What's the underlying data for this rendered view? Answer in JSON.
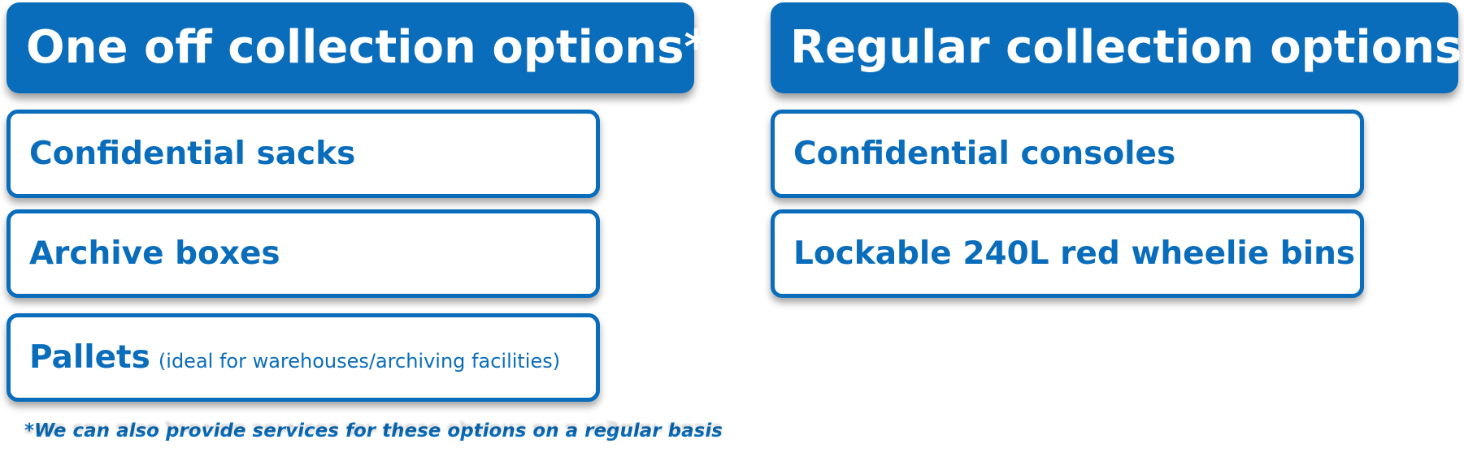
{
  "colors": {
    "brand_blue": "#0a6dbb",
    "background": "#ffffff",
    "header_text": "#ffffff"
  },
  "one_off": {
    "title": "One off collection options*",
    "options": [
      {
        "label": "Confidential sacks",
        "note": ""
      },
      {
        "label": "Archive boxes",
        "note": ""
      },
      {
        "label": "Pallets",
        "note": "(ideal for warehouses/archiving facilities)"
      }
    ],
    "footnote": "*We can also provide services for these options on a regular basis"
  },
  "regular": {
    "title": "Regular collection options",
    "options": [
      {
        "label": "Confidential consoles"
      },
      {
        "label": "Lockable 240L red wheelie bins"
      }
    ]
  }
}
